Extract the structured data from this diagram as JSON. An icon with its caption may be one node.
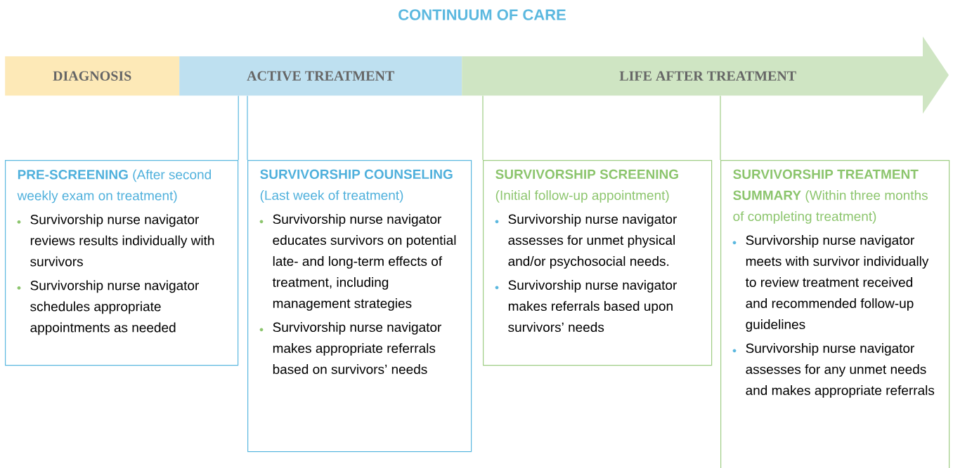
{
  "diagram": {
    "title": "CONTINUUM OF CARE",
    "nodes": [
      {
        "text": [
          "DIAGNOSIS"
        ]
      },
      {
        "text": [
          "ACTIVE TREATMENT"
        ]
      },
      {
        "text": [
          "LIFE AFTER TREATMENT"
        ]
      },
      {
        "text": [
          "**PRE-SCREENING** (After second weekly exam on treatment)",
          "Survivorship nurse navigator reviews results individually with survivors",
          "Survivorship nurse navigator schedules appropriate appointments as needed"
        ]
      },
      {
        "text": [
          "**SURVIVORSHIP COUNSELING** (Last week of treatment)",
          "Survivorship nurse navigator educates survivors on potential late- and long-term effects of treatment, including management strategies",
          "Survivorship nurse navigator makes appropriate referrals based on survivors’ needs"
        ]
      },
      {
        "text": [
          "**SURVIVORSHIP SCREENING** (Initial follow-up appointment)",
          "Survivorship nurse navigator assesses for unmet physical and/or psychosocial needs.",
          "Survivorship nurse navigator makes referrals based upon survivors’ needs"
        ]
      },
      {
        "text": [
          "**SURVIVORSHIP TREATMENT SUMMARY** (Within three months of completing treatment)",
          "Survivorship nurse navigator meets with survivor individually to review treatment received and recommended follow-up guidelines",
          "Survivorship nurse navigator assesses for any unmet needs and makes appropriate referrals"
        ]
      }
    ],
    "edges": [
      {
        "from": 1,
        "to": 3,
        "arrow": "none"
      },
      {
        "from": 1,
        "to": 4,
        "arrow": "none"
      },
      {
        "from": 2,
        "to": 5,
        "arrow": "none",
        "color": "#9fcd85"
      },
      {
        "from": 2,
        "to": 6,
        "arrow": "none",
        "color": "#9fcd85"
      }
    ]
  }
}
